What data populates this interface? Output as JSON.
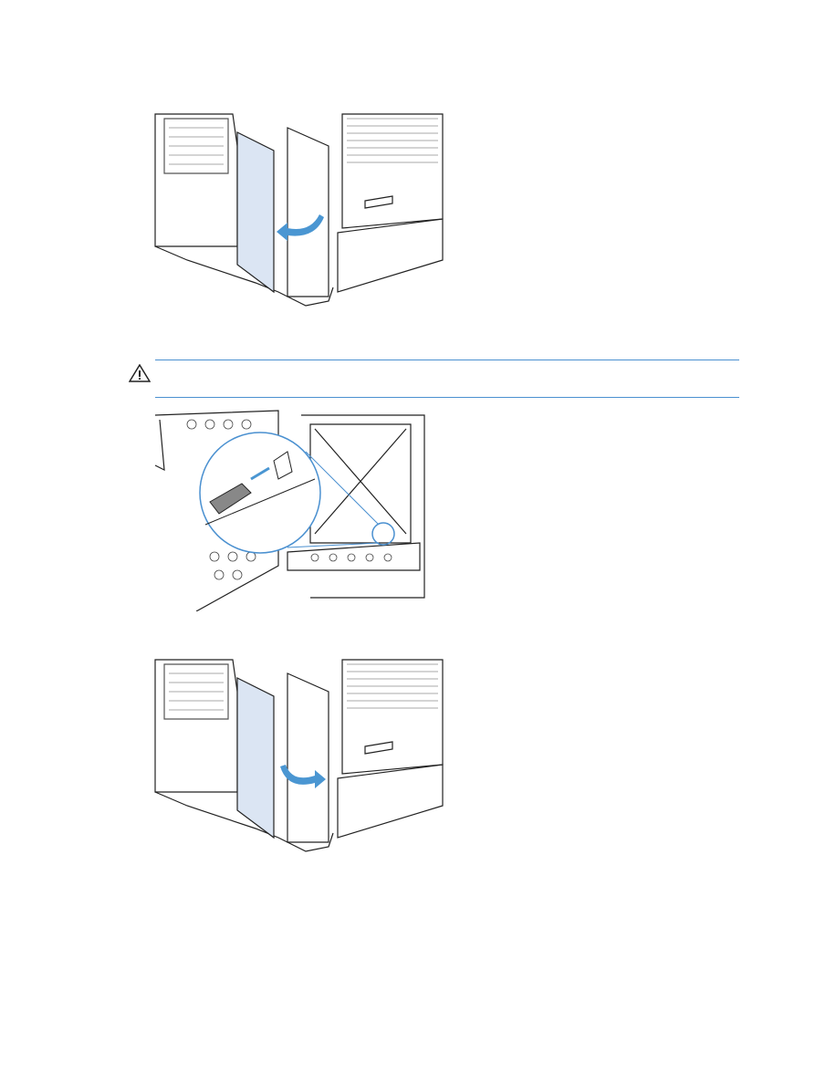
{
  "page": {
    "figures": [
      {
        "id": "remove-cover",
        "arrow_direction": "left"
      },
      {
        "id": "install-accessory",
        "callout": "zoom-circle"
      },
      {
        "id": "replace-cover",
        "arrow_direction": "right"
      }
    ],
    "caution": {
      "icon": "warning-triangle-icon",
      "text": ""
    },
    "colors": {
      "accent": "#4a90d0",
      "panel": "#dbe5f3",
      "arrow": "#4a96d2"
    }
  }
}
